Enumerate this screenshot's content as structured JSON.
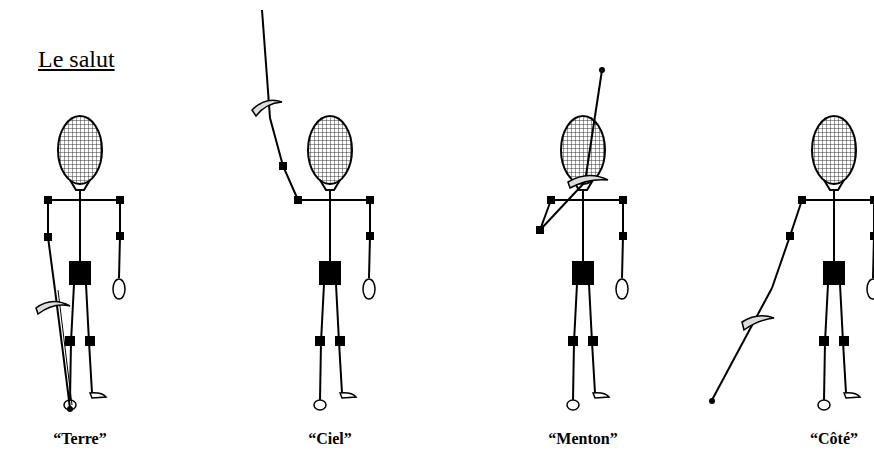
{
  "diagram": {
    "title": "Le salut",
    "labels": [
      "“Terre”",
      "“Ciel”",
      "“Menton”",
      "“Côté”"
    ]
  }
}
